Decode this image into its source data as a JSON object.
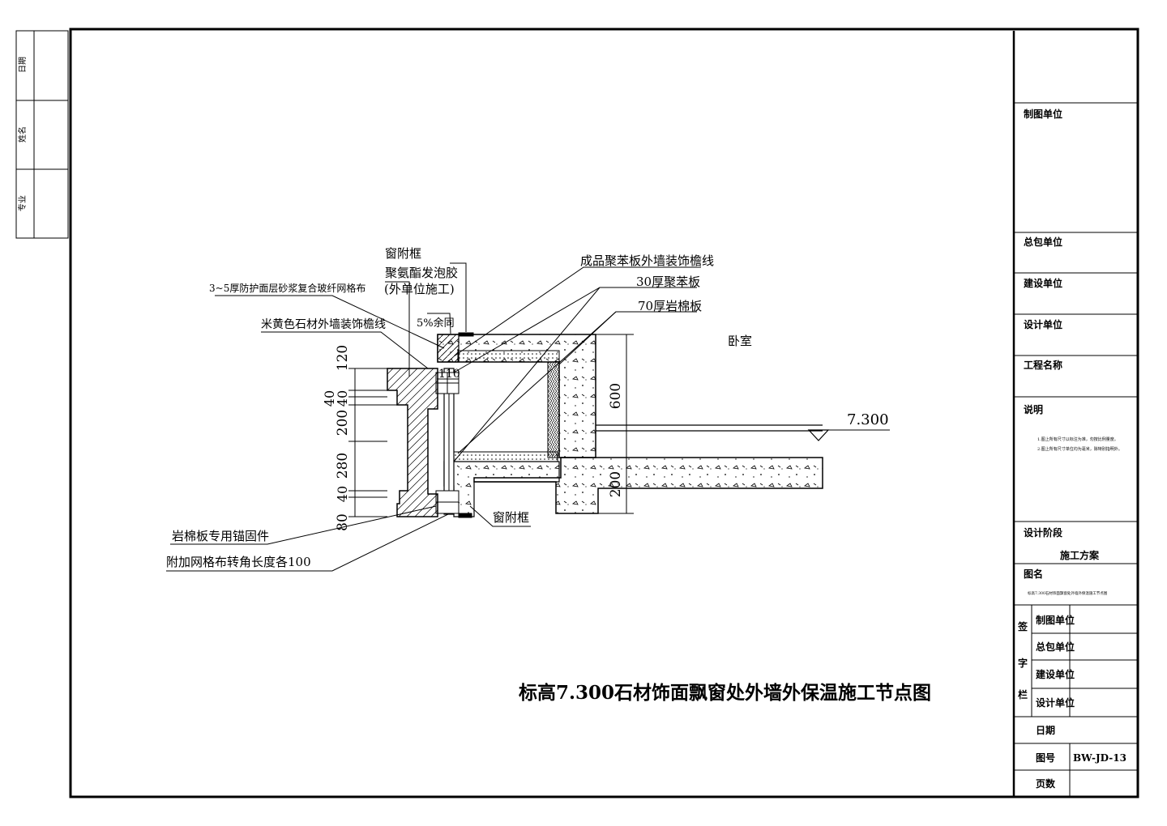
{
  "left_stamp": {
    "date_label": "日期",
    "name_label": "姓名",
    "specialty_label": "专业"
  },
  "annotations": {
    "window_frame_top": "窗附框",
    "pu_foam": "聚氨酯发泡胶",
    "pu_foam_note": "(外单位施工)",
    "mesh_layer": "3~5厚防护面层砂浆复合玻纤网格布",
    "stone_cornice": "米黄色石材外墙装饰檐线",
    "slope": "5%余同",
    "eps_cornice": "成品聚苯板外墙装饰檐线",
    "eps_30": "30厚聚苯板",
    "rockwool_70": "70厚岩棉板",
    "bedroom": "卧室",
    "elevation": "7.300",
    "window_frame_bottom": "窗附框",
    "anchor": "岩棉板专用锚固件",
    "extra_mesh": "附加网格布转角长度各100"
  },
  "dimensions": {
    "d120": "120",
    "d40a": "40",
    "d40b": "40",
    "d200": "200",
    "d280": "280",
    "d40c": "40",
    "d80": "80",
    "d110": "110",
    "d600": "600",
    "d200r": "200"
  },
  "title": "标高7.300石材饰面飘窗处外墙外保温施工节点图",
  "title_block": {
    "drawing_unit": "制图单位",
    "general_contractor": "总包单位",
    "construction_unit": "建设单位",
    "design_unit": "设计单位",
    "project_name": "工程名称",
    "notes_label": "说明",
    "note1": "1.图上所有尺寸以标注为准，勿按比例量度。",
    "note2": "2.图上所有尺寸单位均为毫米，除特别指明外。",
    "design_phase_label": "设计阶段",
    "design_phase": "施工方案",
    "drawing_name_label": "图名",
    "drawing_name": "标高7.300石材饰面飘窗处外墙外保温施工节点图",
    "sign_col": [
      "签",
      "字",
      "栏"
    ],
    "sign_rows": [
      "制图单位",
      "总包单位",
      "建设单位",
      "设计单位"
    ],
    "date_label": "日期",
    "drawing_no_label": "图号",
    "drawing_no": "BW-JD-13",
    "pages_label": "页数"
  }
}
